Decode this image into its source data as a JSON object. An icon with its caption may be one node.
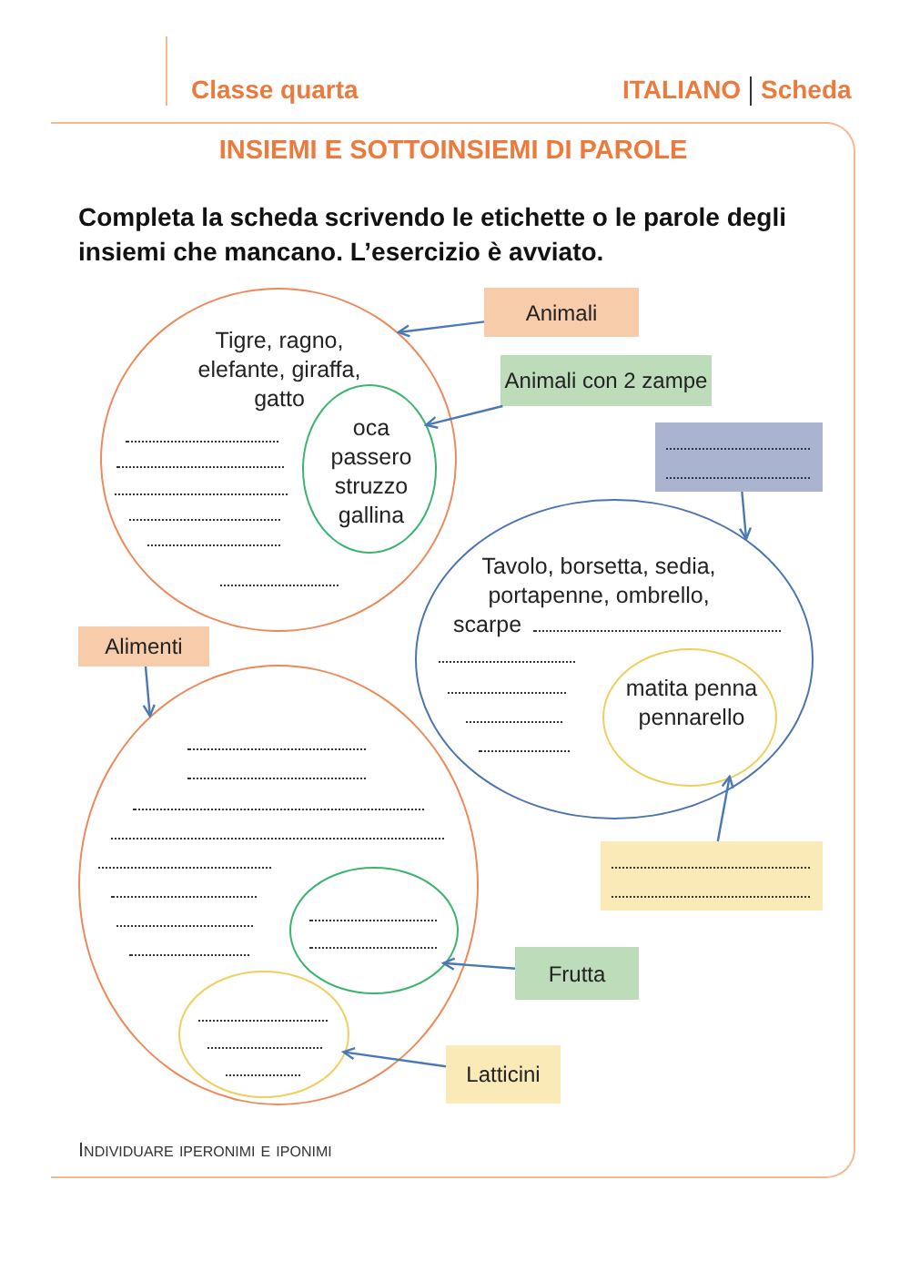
{
  "diagram": {
    "title": "INSIEMI E SOTTOINSIEMI DI PAROLE",
    "caption": "Individuare iperonimi e iponimi",
    "nodes": [
      {
        "text": [
          "Tigre, ragno, elefante, giraffa, gatto"
        ]
      },
      {
        "text": [
          "oca passero struzzo gallina"
        ],
        "in": 0
      },
      {
        "text": [
          "Animali"
        ]
      },
      {
        "text": [
          "Animali con 2 zampe"
        ]
      },
      {
        "text": [],
        "shape": "box"
      },
      {
        "text": [
          "Tavolo, borsetta, sedia, portapenne, ombrello, scarpe"
        ]
      },
      {
        "text": [
          "matita penna pennarello"
        ],
        "in": 5
      },
      {
        "text": [],
        "shape": "box"
      },
      {
        "text": [
          "Alimenti"
        ]
      },
      {
        "text": [],
        "shape": "circle"
      },
      {
        "text": [],
        "shape": "circle",
        "in": 9
      },
      {
        "text": [],
        "shape": "circle",
        "in": 9
      },
      {
        "text": [
          "Frutta"
        ]
      },
      {
        "text": [
          "Latticini"
        ]
      }
    ],
    "edges": [
      {
        "from": 2,
        "to": 0,
        "arrow": "to"
      },
      {
        "from": 3,
        "to": 1,
        "arrow": "to"
      },
      {
        "from": 4,
        "to": 5,
        "arrow": "to"
      },
      {
        "from": 7,
        "to": 6,
        "arrow": "to"
      },
      {
        "from": 8,
        "to": 9,
        "arrow": "to"
      },
      {
        "from": 12,
        "to": 10,
        "arrow": "to"
      },
      {
        "from": 13,
        "to": 11,
        "arrow": "to"
      }
    ],
    "labels": [
      "Classe quarta",
      "ITALIANO",
      "Scheda",
      "Completa la scheda scrivendo le etichette o le parole degli insiemi che mancano. L’esercizio è avviato."
    ]
  }
}
